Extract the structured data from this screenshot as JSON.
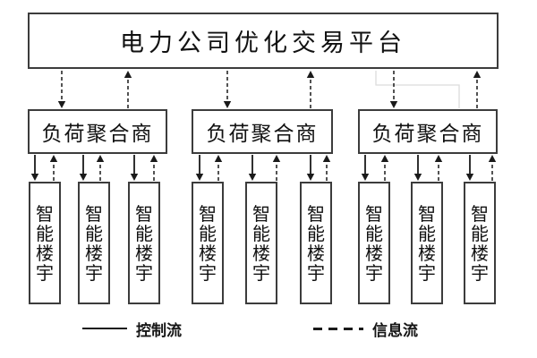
{
  "diagram": {
    "platform_label": "电力公司优化交易平台",
    "aggregator_label": "负荷聚合商",
    "building_label": "智能楼宇",
    "aggregator_count": 3,
    "buildings_per_aggregator": 3,
    "edges": [
      {
        "from": "platform",
        "to": "aggregator",
        "style": "dashed",
        "flow": "信息流"
      },
      {
        "from": "aggregator",
        "to": "platform",
        "style": "dashed",
        "flow": "信息流"
      },
      {
        "from": "aggregator",
        "to": "building",
        "style": "solid",
        "flow": "控制流"
      },
      {
        "from": "building",
        "to": "aggregator",
        "style": "dashed",
        "flow": "信息流"
      }
    ],
    "legend": {
      "control_label": "控制流",
      "information_label": "信息流"
    },
    "colors": {
      "line": "#1a1a1a",
      "border": "#3c3c3c",
      "background": "#ffffff",
      "artifact": "#dcdcdc"
    }
  }
}
